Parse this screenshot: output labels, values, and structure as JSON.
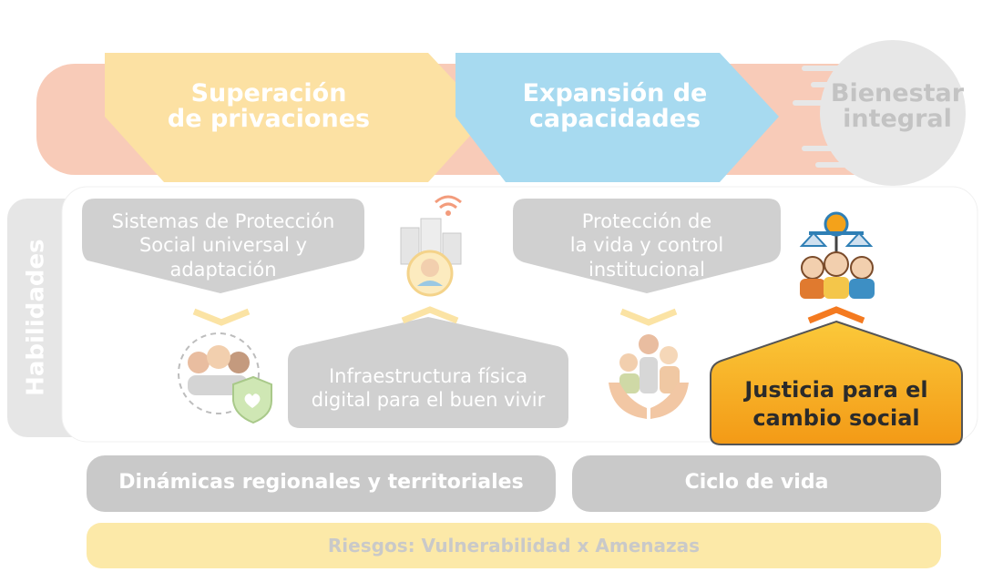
{
  "header": {
    "stage1": "Superación\nde privaciones",
    "stage2": "Expansión de\ncapacidades",
    "stage3": "Bienestar\nintegral"
  },
  "side_label": "Habilidades",
  "cards": {
    "proteccion_social": "Sistemas de Protección\nSocial universal y\nadaptación",
    "infraestructura": "Infraestructura física\ndigital para el buen vivir",
    "proteccion_vida": "Protección de\nla vida y control\ninstitucional",
    "justicia": "Justicia para el\ncambio social"
  },
  "bottom": {
    "dinamicas": "Dinámicas regionales y territoriales",
    "ciclo": "Ciclo de vida",
    "riesgos": "Riesgos: Vulnerabilidad x Amenazas"
  },
  "colors": {
    "salmon": "#f7c4b0",
    "yellow": "#fbe3a4",
    "blue": "#a8dcef",
    "gray": "#d1d1d1",
    "orange": "#f4a21a",
    "card_gray": "#d0d0d0"
  },
  "icons": [
    "family-shield-icon",
    "smart-city-worker-icon",
    "hands-family-icon",
    "justice-people-icon"
  ]
}
